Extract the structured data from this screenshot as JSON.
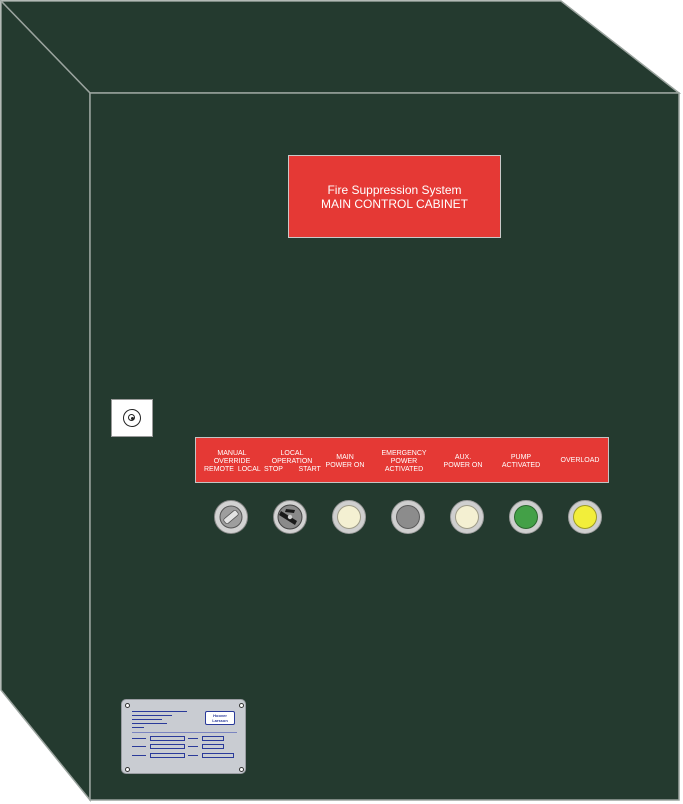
{
  "title_panel": {
    "line1": "Fire Suppression System",
    "line2": "MAIN CONTROL CABINET"
  },
  "controls": [
    {
      "label_lines": [
        "MANUAL",
        "OVERRIDE"
      ],
      "sub_left": "REMOTE",
      "sub_right": "LOCAL",
      "type": "selector-switch",
      "color": "#cfcfcf"
    },
    {
      "label_lines": [
        "LOCAL",
        "OPERATION"
      ],
      "sub_left": "STOP",
      "sub_right": "START",
      "type": "key-switch",
      "color": "#cfcfcf"
    },
    {
      "label_lines": [
        "MAIN",
        "POWER ON"
      ],
      "type": "pilot-light",
      "color": "#f4f0d2"
    },
    {
      "label_lines": [
        "EMERGENCY",
        "POWER",
        "ACTIVATED"
      ],
      "type": "pilot-light",
      "color": "#8c8c8c"
    },
    {
      "label_lines": [
        "AUX.",
        "POWER ON"
      ],
      "type": "pilot-light",
      "color": "#f4f0d2"
    },
    {
      "label_lines": [
        "PUMP",
        "ACTIVATED"
      ],
      "type": "pilot-light",
      "color": "#43a047"
    },
    {
      "label_lines": [
        "OVERLOAD"
      ],
      "type": "pilot-light",
      "color": "#f2ee3a"
    }
  ],
  "nameplate": {
    "logo": "Hoover Larsson"
  },
  "colors": {
    "cabinet_front": "#243a2f",
    "cabinet_side": "#243a2f",
    "outline": "#9aa39e",
    "label_red": "#e53935"
  },
  "icons": {
    "lock": "lock-icon",
    "selector": "selector-switch-icon",
    "key": "key-switch-icon"
  }
}
